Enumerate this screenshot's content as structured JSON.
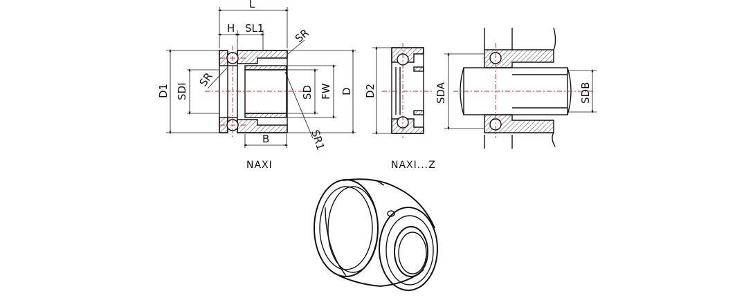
{
  "labels": {
    "L": "L",
    "H": "H",
    "SL1": "SL1",
    "SR_top": "SR",
    "SR_left": "SR",
    "D1": "D1",
    "SDI": "SDI",
    "SD": "SD",
    "FW": "FW",
    "D": "D",
    "B": "B",
    "SR1": "SR1",
    "D2": "D2",
    "SDA": "SDA",
    "SDB": "SDB"
  },
  "captions": {
    "naxi": "NAXI",
    "naxi_z": "NAXI...Z"
  },
  "colors": {
    "line": "#111111",
    "centerline": "#dd2222",
    "background": "#ffffff"
  }
}
